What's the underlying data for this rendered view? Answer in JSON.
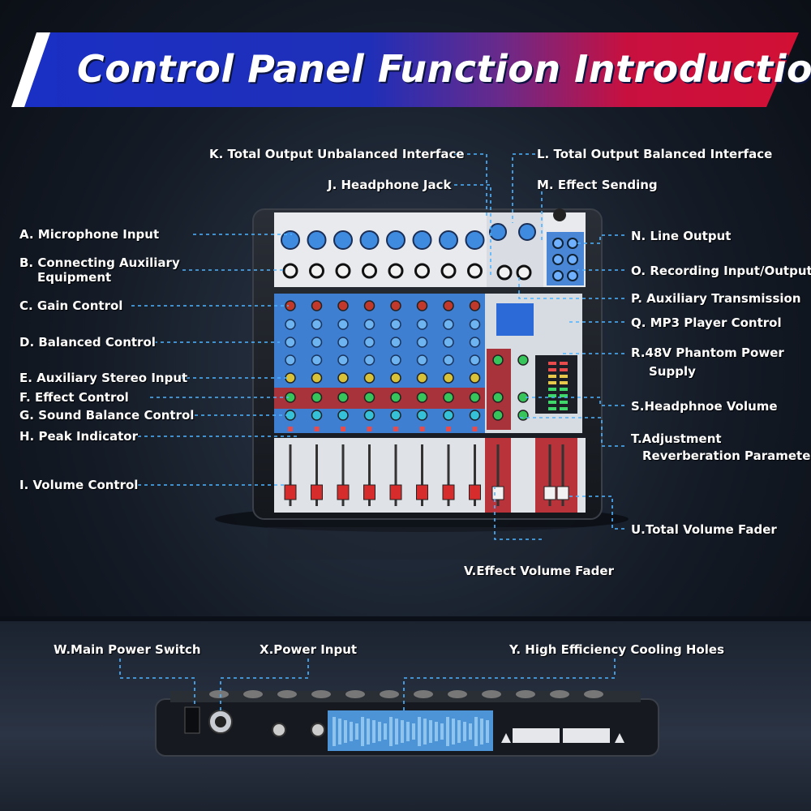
{
  "title": "Control Panel Function Introduction",
  "labels": {
    "a": "A. Microphone Input",
    "b1": "B. Connecting Auxiliary",
    "b2": "Equipment",
    "c": "C. Gain Control",
    "d": "D. Balanced Control",
    "e": "E. Auxiliary Stereo Input",
    "f": "F. Effect Control",
    "g": "G. Sound Balance Control",
    "h": "H. Peak Indicator",
    "i": "I. Volume Control",
    "j": "J. Headphone Jack",
    "k": "K. Total Output Unbalanced Interface",
    "l": "L. Total Output Balanced Interface",
    "m": "M. Effect Sending",
    "n": "N. Line Output",
    "o": "O. Recording Input/Output",
    "p": "P. Auxiliary Transmission",
    "q": "Q. MP3 Player Control",
    "r1": "R.48V Phantom Power",
    "r2": "Supply",
    "s": "S.Headphnoe Volume",
    "t1": "T.Adjustment",
    "t2": "Reverberation Parameters",
    "u": "U.Total Volume Fader",
    "v": "V.Effect Volume Fader",
    "w": "W.Main Power Switch",
    "x": "X.Power Input",
    "y": "Y. High Efficiency Cooling Holes"
  },
  "colors": {
    "banner_blue": "#1a2fc4",
    "banner_red": "#d0103a",
    "leader_line": "#4fb3ff",
    "panel_blue": "#3d7fd0",
    "panel_red": "#9b2a2a"
  }
}
